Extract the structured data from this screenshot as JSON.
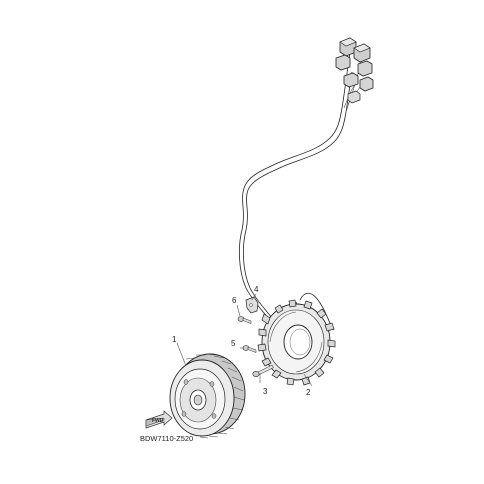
{
  "diagram": {
    "code": "BDW7110-Z520",
    "fwd_text": "FWD",
    "parts": [
      {
        "number": "1",
        "name": "rotor"
      },
      {
        "number": "2",
        "name": "stator"
      },
      {
        "number": "3",
        "name": "bolt"
      },
      {
        "number": "4",
        "name": "clamp"
      },
      {
        "number": "5",
        "name": "screw"
      },
      {
        "number": "6",
        "name": "screw"
      }
    ]
  }
}
